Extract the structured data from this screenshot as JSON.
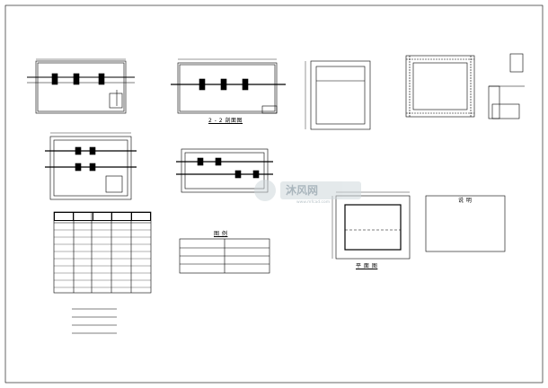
{
  "watermark": {
    "main": "沐风网",
    "sub": "www.mfcad.com"
  },
  "labels": {
    "section_2_2": "2 - 2 剖面图",
    "plan_view": "平 面 图",
    "legend_title": "图 例",
    "notes_heading": "说 明"
  },
  "valve_table": {
    "rows_count": 11
  }
}
